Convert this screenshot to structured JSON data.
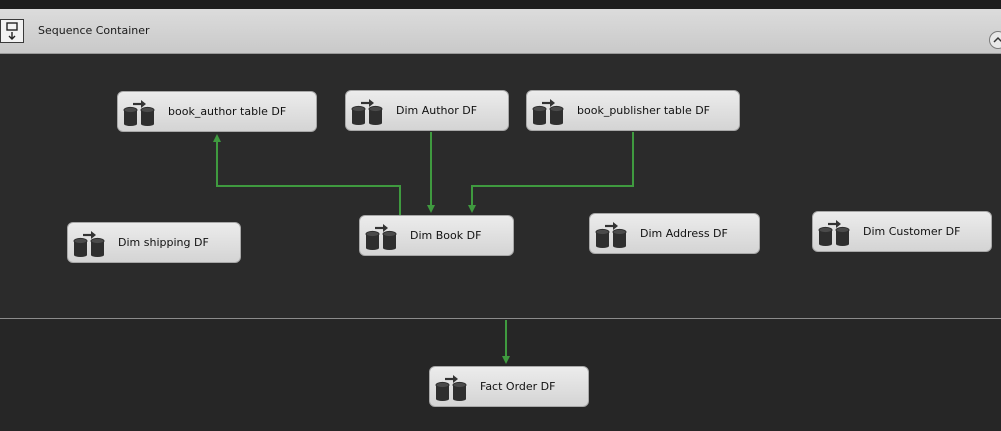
{
  "container": {
    "title": "Sequence Container"
  },
  "tasks": {
    "book_author": {
      "label": "book_author table DF",
      "icon": "data-flow-task-icon"
    },
    "dim_author": {
      "label": "Dim Author DF",
      "icon": "data-flow-task-icon"
    },
    "book_publisher": {
      "label": "book_publisher table DF",
      "icon": "data-flow-task-icon"
    },
    "dim_shipping": {
      "label": "Dim shipping DF",
      "icon": "data-flow-task-icon"
    },
    "dim_book": {
      "label": "Dim Book DF",
      "icon": "data-flow-task-icon"
    },
    "dim_address": {
      "label": "Dim Address DF",
      "icon": "data-flow-task-icon"
    },
    "dim_customer": {
      "label": "Dim Customer DF",
      "icon": "data-flow-task-icon"
    },
    "fact_order": {
      "label": "Fact Order DF",
      "icon": "data-flow-task-icon"
    }
  },
  "colors": {
    "canvas": "#262626",
    "connector_success": "#3f9a3f"
  }
}
